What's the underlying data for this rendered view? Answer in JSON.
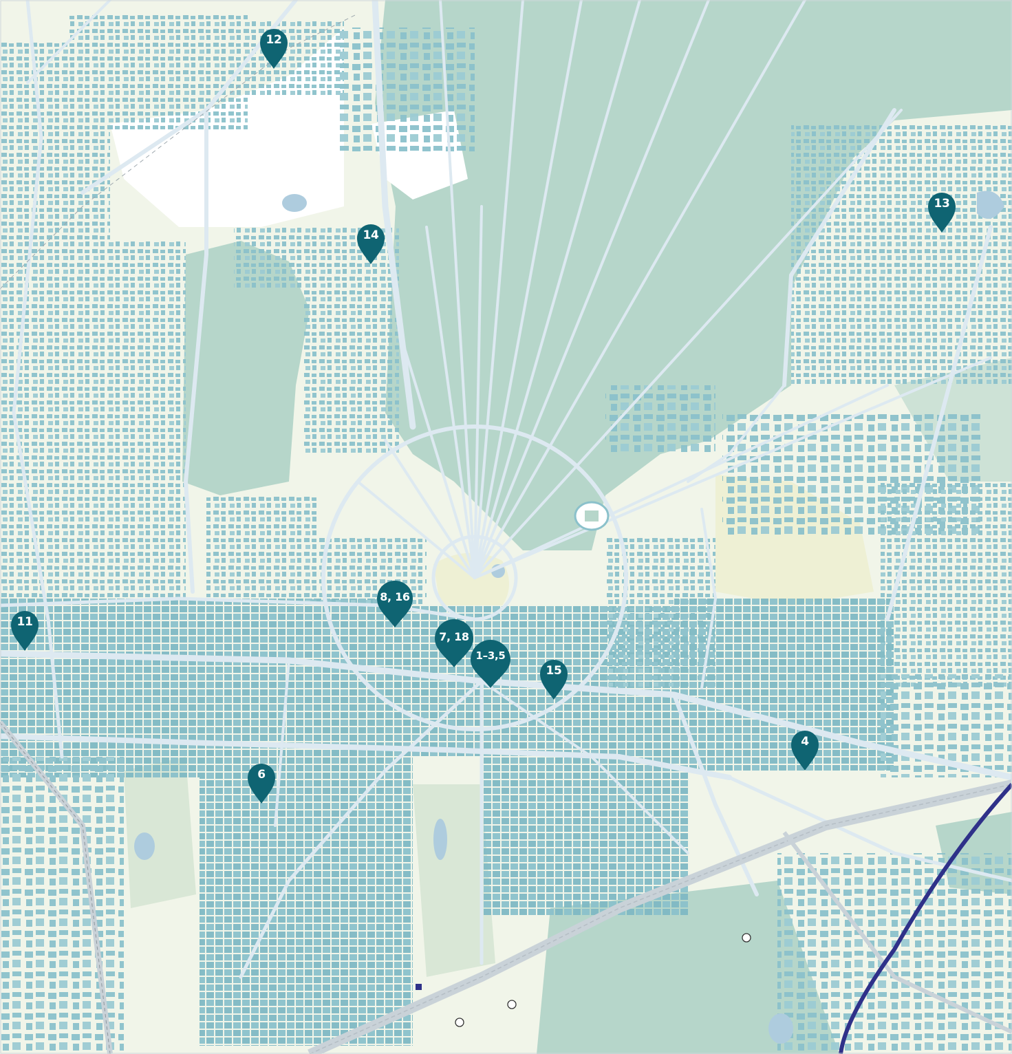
{
  "map": {
    "colors": {
      "forest": "#b6d6ca",
      "urban": "#f1f5e9",
      "park": "#eef0d4",
      "building": "#8bc1cb",
      "road": "#dde9f1",
      "rail": "#c9d2d8",
      "water": "#aeccde",
      "marker": "#0f6472",
      "highway": "#2f3189"
    },
    "markers": [
      {
        "id": "m12",
        "label": "12",
        "icon": "location-pin-icon"
      },
      {
        "id": "m14",
        "label": "14",
        "icon": "location-pin-icon"
      },
      {
        "id": "m13",
        "label": "13",
        "icon": "location-pin-icon"
      },
      {
        "id": "m8",
        "label": "8, 16",
        "icon": "location-pin-icon"
      },
      {
        "id": "m11",
        "label": "11",
        "icon": "location-pin-icon"
      },
      {
        "id": "m7",
        "label": "7, 18",
        "icon": "location-pin-icon"
      },
      {
        "id": "m1",
        "label": "1–3,5",
        "icon": "location-pin-icon"
      },
      {
        "id": "m15",
        "label": "15",
        "icon": "location-pin-icon"
      },
      {
        "id": "m4",
        "label": "4",
        "icon": "location-pin-icon"
      },
      {
        "id": "m6",
        "label": "6",
        "icon": "location-pin-icon"
      }
    ]
  }
}
